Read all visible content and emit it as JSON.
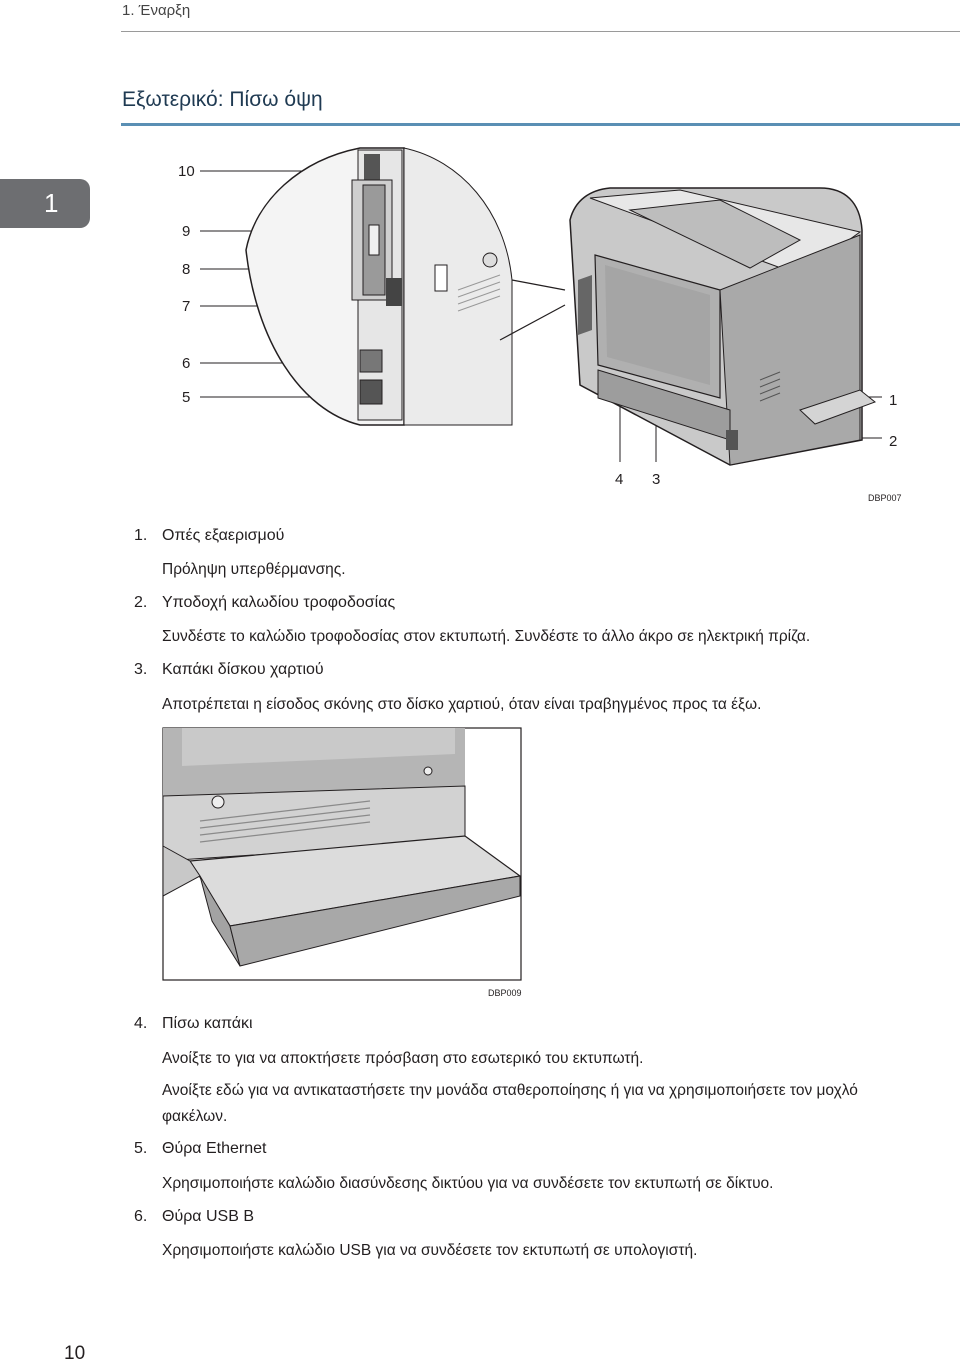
{
  "header": {
    "running_title": "1. Έναρξη"
  },
  "chapter_tab": "1",
  "section_title": "Εξωτερικό: Πίσω όψη",
  "figure_main": {
    "callouts": [
      "10",
      "9",
      "8",
      "7",
      "6",
      "5",
      "1",
      "2",
      "4",
      "3"
    ],
    "code": "DBP007"
  },
  "figure_tray": {
    "code": "DBP009"
  },
  "items": [
    {
      "num": "1.",
      "title": "Οπές εξαερισμού",
      "desc": [
        "Πρόληψη υπερθέρμανσης."
      ]
    },
    {
      "num": "2.",
      "title": "Υποδοχή καλωδίου τροφοδοσίας",
      "desc": [
        "Συνδέστε το καλώδιο τροφοδοσίας στον εκτυπωτή. Συνδέστε το άλλο άκρο σε ηλεκτρική πρίζα."
      ]
    },
    {
      "num": "3.",
      "title": "Καπάκι δίσκου χαρτιού",
      "desc": [
        "Αποτρέπεται η είσοδος σκόνης στο δίσκο χαρτιού, όταν είναι τραβηγμένος προς τα έξω."
      ]
    },
    {
      "num": "4.",
      "title": "Πίσω καπάκι",
      "desc": [
        "Ανοίξτε το για να αποκτήσετε πρόσβαση στο εσωτερικό του εκτυπωτή.",
        "Ανοίξτε εδώ για να αντικαταστήσετε την μονάδα σταθεροποίησης ή για να χρησιμοποιήσετε τον μοχλό φακέλων."
      ]
    },
    {
      "num": "5.",
      "title": "Θύρα Ethernet",
      "desc": [
        "Χρησιμοποιήστε καλώδιο διασύνδεσης δικτύου για να συνδέσετε τον εκτυπωτή σε δίκτυο."
      ]
    },
    {
      "num": "6.",
      "title": "Θύρα USB B",
      "desc": [
        "Χρησιμοποιήστε καλώδιο USB για να συνδέσετε τον εκτυπωτή σε υπολογιστή."
      ]
    }
  ],
  "page_number": "10"
}
